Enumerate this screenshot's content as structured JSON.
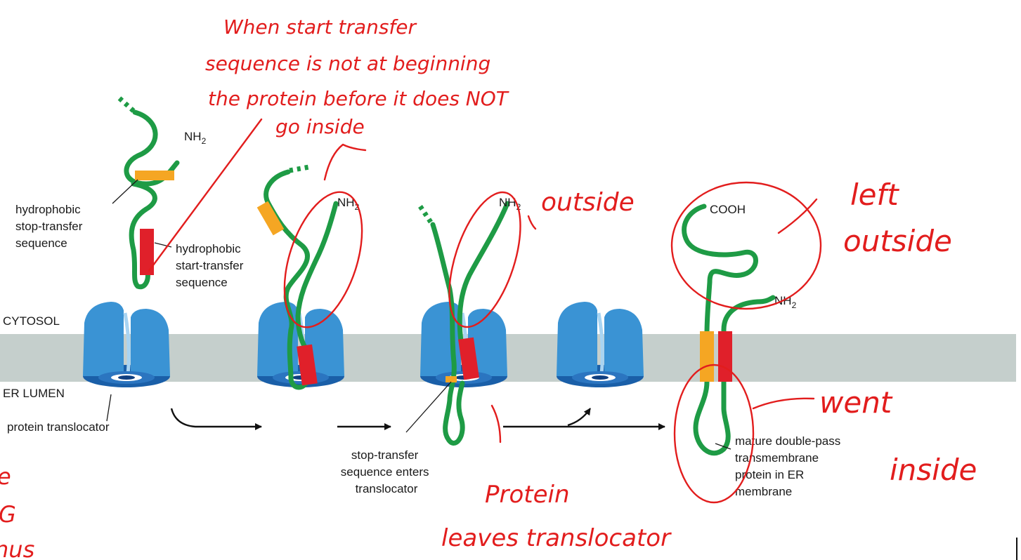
{
  "regions": {
    "cytosol": "CYTOSOL",
    "er_lumen": "ER LUMEN"
  },
  "labels": {
    "stop_transfer": [
      "hydrophobic",
      "stop-transfer",
      "sequence"
    ],
    "start_transfer": [
      "hydrophobic",
      "start-transfer",
      "sequence"
    ],
    "translocator": "protein translocator",
    "stop_enters": [
      "stop-transfer",
      "sequence enters",
      "translocator"
    ],
    "mature": [
      "mature double-pass",
      "transmembrane",
      "protein in ER",
      "membrane"
    ]
  },
  "termini": {
    "nh2": "NH",
    "nh2_sub": "2",
    "cooh": "COOH"
  },
  "handwritten": {
    "top_note": [
      "When start transfer",
      "sequence is not at beginning",
      "the protein before it does NOT",
      "go inside"
    ],
    "outside": "outside",
    "left_outside": [
      "left",
      "outside"
    ],
    "went_inside": [
      "went",
      "inside"
    ],
    "protein_leaves": [
      "Protein",
      "leaves translocator"
    ],
    "margin_fragments": [
      "e",
      "G",
      "nus"
    ]
  },
  "colors": {
    "membrane": "#c5cfcc",
    "translocator": "#3a93d4",
    "translocator_dark": "#1a5fa8",
    "protein": "#1e9b45",
    "stop_transfer": "#f5a623",
    "start_transfer": "#e0202a",
    "ink": "#e21d1d"
  }
}
